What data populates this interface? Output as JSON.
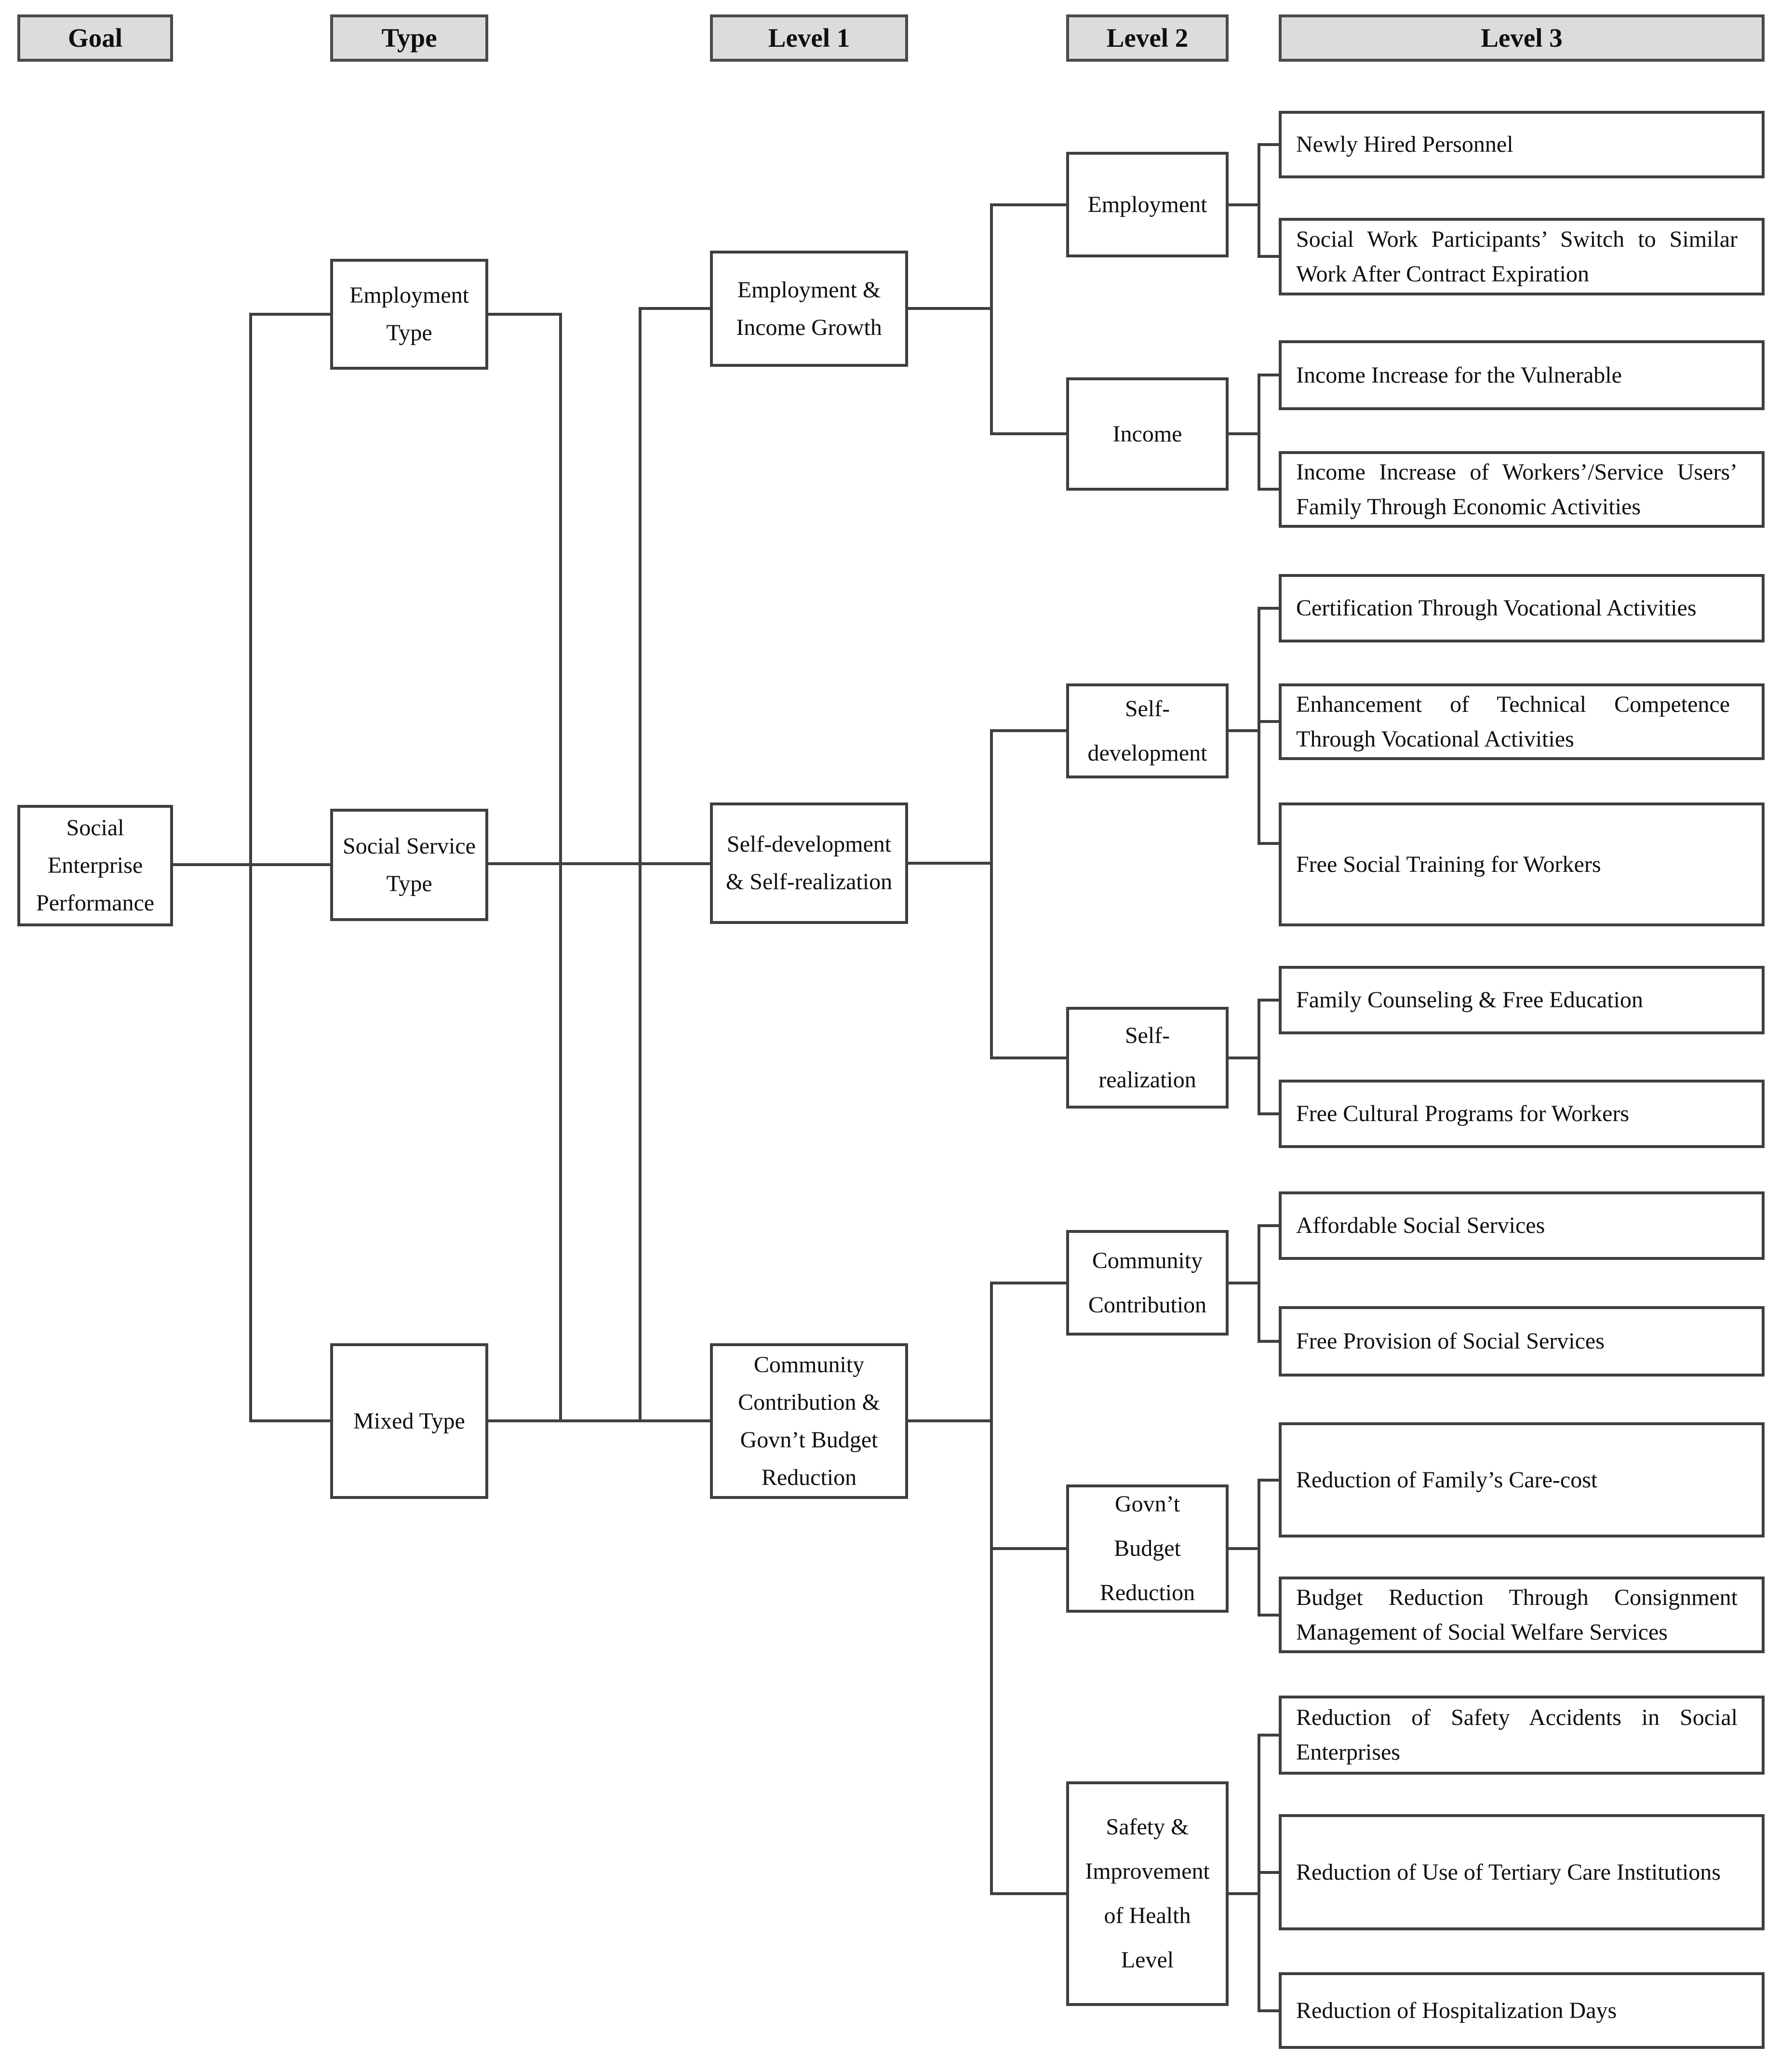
{
  "colors": {
    "background": "#ffffff",
    "text": "#0f0f0f",
    "line": "#3f3f3f",
    "box_border": "#3f3f3f",
    "header_fill": "#dcdcdc",
    "header_border": "#4a4a4a"
  },
  "columns": [
    {
      "header": "Goal",
      "boxes": [
        {
          "label": "Social Enterprise Performance"
        }
      ]
    },
    {
      "header": "Type",
      "boxes": [
        {
          "label": "Employment Type"
        },
        {
          "label": "Social Service Type"
        },
        {
          "label": "Mixed Type"
        }
      ]
    },
    {
      "header": "Level 1",
      "boxes": [
        {
          "label": "Employment & Income Growth"
        },
        {
          "label": "Self-development & Self-realization"
        },
        {
          "label": "Community Contribution & Govn’t Budget Reduction"
        }
      ]
    },
    {
      "header": "Level 2",
      "boxes": [
        {
          "label": "Employment"
        },
        {
          "label": "Income"
        },
        {
          "label": "Self-development"
        },
        {
          "label": "Self-realization"
        },
        {
          "label": "Community Contribution"
        },
        {
          "label": "Govn’t Budget Reduction"
        },
        {
          "label": "Safety & Improvement of Health Level"
        }
      ]
    },
    {
      "header": "Level 3",
      "boxes": [
        {
          "label": "Newly Hired Personnel"
        },
        {
          "label": "Social Work Participants’ Switch to Similar Work After Contract Expiration"
        },
        {
          "label": "Income Increase for the Vulnerable"
        },
        {
          "label": "Income Increase of Workers’/Service Users’ Family Through Economic Activities"
        },
        {
          "label": "Certification Through Vocational Activities"
        },
        {
          "label": "Enhancement of Technical Competence Through Vocational Activities"
        },
        {
          "label": "Free Social Training for Workers"
        },
        {
          "label": "Family Counseling & Free Education"
        },
        {
          "label": "Free Cultural Programs for Workers"
        },
        {
          "label": "Affordable Social Services"
        },
        {
          "label": "Free Provision of Social Services"
        },
        {
          "label": "Reduction of Family’s Care-cost"
        },
        {
          "label": "Budget Reduction Through Consignment Management of Social Welfare Services"
        },
        {
          "label": "Reduction of Safety Accidents in Social Enterprises"
        },
        {
          "label": "Reduction of Use of Tertiary Care Institutions"
        },
        {
          "label": "Reduction of Hospitalization Days"
        }
      ]
    }
  ]
}
